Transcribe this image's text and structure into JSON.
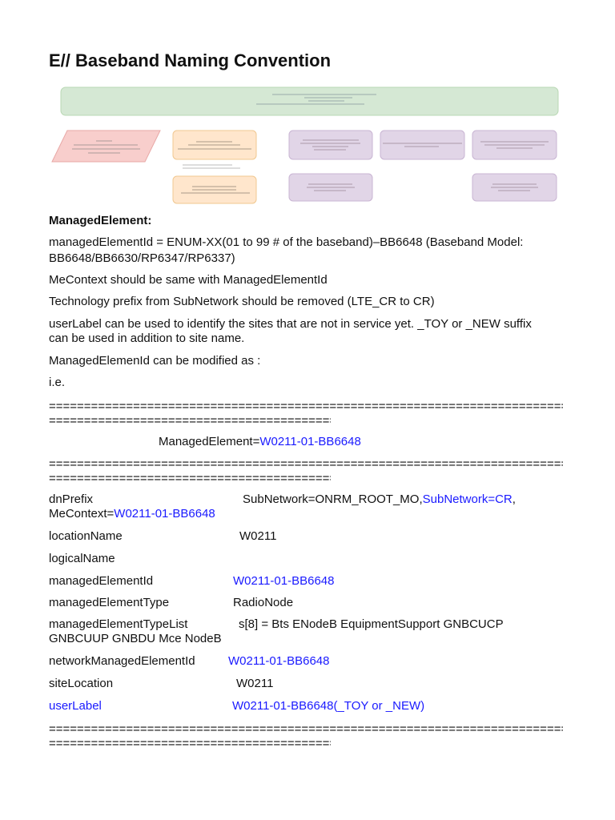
{
  "title": "E// Baseband Naming Convention",
  "diagram": {
    "colors": {
      "root": "#d5e8d4",
      "pink": "#f8cecc",
      "orange": "#ffe6cc",
      "purple": "#e1d5e7"
    }
  },
  "section_heading": "ManagedElement:",
  "paragraphs": {
    "p1a": "managedElementId = ENUM-XX(01 to 99 # of the baseband)–BB6648 (Baseband Model:",
    "p1b": "BB6648/BB6630/RP6347/RP6337)",
    "p2": "MeContext should be same with ManagedElementId",
    "p3": "Technology prefix from SubNetwork should be removed (LTE_CR to CR)",
    "p4a": "userLabel  can be used to identify the sites that are not in service yet.  _TOY or _NEW   suffix",
    "p4b": "can be used in addition to site name.",
    "p5": "ManagedElemenId can be modified as :",
    "p6": "i.e."
  },
  "separator_long": "===========================================================================",
  "separator_short": "=========================================",
  "managed_element": {
    "prefix": "ManagedElement=",
    "value": "W0211-01-BB6648"
  },
  "attributes": {
    "dnPrefix": {
      "label": "dnPrefix",
      "value_a": "SubNetwork=ONRM_ROOT_MO,",
      "value_b": "SubNetwork=CR",
      "value_c": ",",
      "cont_a": "MeContext=",
      "cont_b": "W0211-01-BB6648"
    },
    "locationName": {
      "label": "locationName",
      "value": "W0211"
    },
    "logicalName": {
      "label": "logicalName"
    },
    "managedElementId": {
      "label": "managedElementId",
      "value": "W0211-01-BB6648"
    },
    "managedElementType": {
      "label": "managedElementType",
      "value": "RadioNode"
    },
    "managedElementTypeList": {
      "label": "managedElementTypeList",
      "value": "s[8] = Bts ENodeB EquipmentSupport GNBCUCP",
      "cont": "GNBCUUP GNBDU Mce NodeB"
    },
    "networkManagedElementId": {
      "label": "networkManagedElementId",
      "value": "W0211-01-BB6648"
    },
    "siteLocation": {
      "label": "siteLocation",
      "value": "W0211"
    },
    "userLabel": {
      "label": "userLabel",
      "value": "W0211-01-BB6648(_TOY or _NEW)"
    }
  }
}
